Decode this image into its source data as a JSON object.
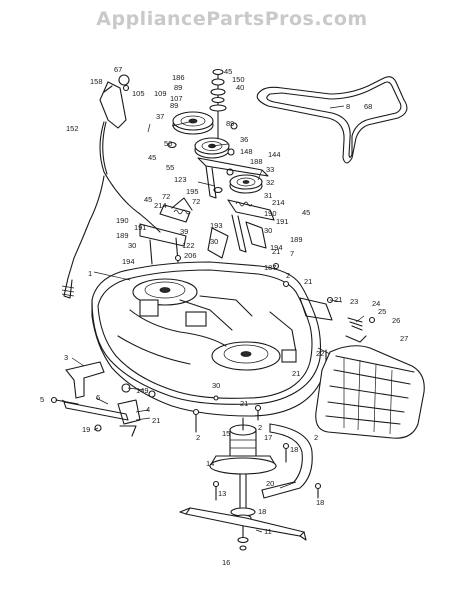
{
  "watermark": "AppliancePartsPros.com",
  "callouts": [
    {
      "n": "1"
    },
    {
      "n": "2"
    },
    {
      "n": "2"
    },
    {
      "n": "2"
    },
    {
      "n": "2"
    },
    {
      "n": "3"
    },
    {
      "n": "4"
    },
    {
      "n": "5"
    },
    {
      "n": "6"
    },
    {
      "n": "7"
    },
    {
      "n": "8"
    },
    {
      "n": "11"
    },
    {
      "n": "13"
    },
    {
      "n": "14"
    },
    {
      "n": "15"
    },
    {
      "n": "16"
    },
    {
      "n": "17"
    },
    {
      "n": "18"
    },
    {
      "n": "18"
    },
    {
      "n": "18"
    },
    {
      "n": "19"
    },
    {
      "n": "20"
    },
    {
      "n": "21"
    },
    {
      "n": "21"
    },
    {
      "n": "21"
    },
    {
      "n": "21"
    },
    {
      "n": "21"
    },
    {
      "n": "21"
    },
    {
      "n": "22"
    },
    {
      "n": "23"
    },
    {
      "n": "24"
    },
    {
      "n": "25"
    },
    {
      "n": "26"
    },
    {
      "n": "27"
    },
    {
      "n": "30"
    },
    {
      "n": "30"
    },
    {
      "n": "30"
    },
    {
      "n": "30"
    },
    {
      "n": "31"
    },
    {
      "n": "32"
    },
    {
      "n": "33"
    },
    {
      "n": "36"
    },
    {
      "n": "37"
    },
    {
      "n": "39"
    },
    {
      "n": "40"
    },
    {
      "n": "45"
    },
    {
      "n": "45"
    },
    {
      "n": "45"
    },
    {
      "n": "45"
    },
    {
      "n": "55"
    },
    {
      "n": "56"
    },
    {
      "n": "67"
    },
    {
      "n": "68"
    },
    {
      "n": "72"
    },
    {
      "n": "72"
    },
    {
      "n": "89"
    },
    {
      "n": "89"
    },
    {
      "n": "89"
    },
    {
      "n": "105"
    },
    {
      "n": "107"
    },
    {
      "n": "109"
    },
    {
      "n": "122"
    },
    {
      "n": "123"
    },
    {
      "n": "144"
    },
    {
      "n": "148"
    },
    {
      "n": "149"
    },
    {
      "n": "150"
    },
    {
      "n": "152"
    },
    {
      "n": "158"
    },
    {
      "n": "186"
    },
    {
      "n": "187"
    },
    {
      "n": "188"
    },
    {
      "n": "189"
    },
    {
      "n": "189"
    },
    {
      "n": "190"
    },
    {
      "n": "190"
    },
    {
      "n": "191"
    },
    {
      "n": "191"
    },
    {
      "n": "193"
    },
    {
      "n": "194"
    },
    {
      "n": "194"
    },
    {
      "n": "195"
    },
    {
      "n": "206"
    },
    {
      "n": "214"
    },
    {
      "n": "214"
    }
  ]
}
